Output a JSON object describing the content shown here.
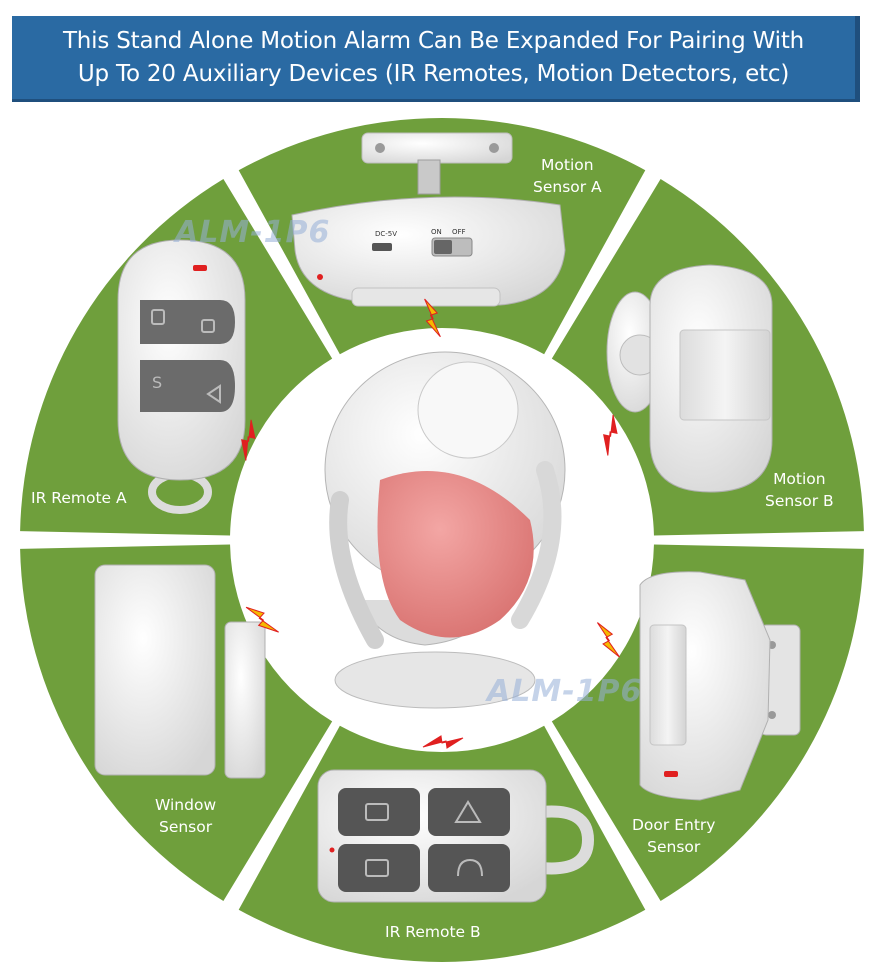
{
  "banner": {
    "line1": "This Stand Alone Motion Alarm Can Be Expanded For Pairing With",
    "line2": "Up To 20 Auxiliary Devices (IR Remotes, Motion Detectors, etc)"
  },
  "colors": {
    "banner_bg": "#2a6aa3",
    "segment_green": "#6f9f3c",
    "lightning": "#f5b800",
    "lightning_red": "#e02020",
    "device_white": "#f2f2f2",
    "alarm_lens": "#e88a88"
  },
  "segments": {
    "motion_sensor_a": {
      "line1": "Motion",
      "line2": "Sensor A",
      "icon": "pir-ceiling-sensor"
    },
    "motion_sensor_b": {
      "line1": "Motion",
      "line2": "Sensor B",
      "icon": "pir-wall-sensor"
    },
    "door_entry_sensor": {
      "line1": "Door Entry",
      "line2": "Sensor",
      "icon": "corner-pir-sensor"
    },
    "ir_remote_b": {
      "line1": "IR Remote B",
      "icon": "four-button-remote"
    },
    "window_sensor": {
      "line1": "Window",
      "line2": "Sensor",
      "icon": "magnetic-contact-sensor"
    },
    "ir_remote_a": {
      "line1": "IR Remote A",
      "icon": "keyfob-remote"
    }
  },
  "device_labels": {
    "switch_on": "ON",
    "switch_off": "OFF",
    "port": "DC-5V"
  },
  "watermarks": [
    "ALM-1P6",
    "ALM-1P6"
  ],
  "center_icon": "motion-alarm-main-unit",
  "link_icon": "lightning-icon"
}
